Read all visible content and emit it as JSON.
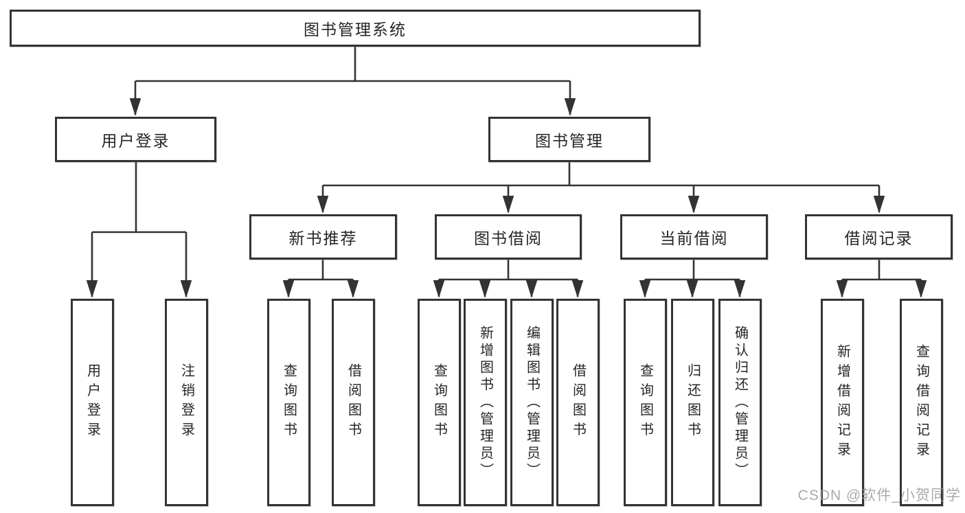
{
  "tree": {
    "label": "图书管理系统",
    "children": [
      {
        "label": "用户登录",
        "children": [
          {
            "label": "用户登录"
          },
          {
            "label": "注销登录"
          }
        ]
      },
      {
        "label": "图书管理",
        "children": [
          {
            "label": "新书推荐",
            "children": [
              {
                "label": "查询图书"
              },
              {
                "label": "借阅图书"
              }
            ]
          },
          {
            "label": "图书借阅",
            "children": [
              {
                "label": "查询图书"
              },
              {
                "label": "新增图书（管理员）"
              },
              {
                "label": "编辑图书（管理员）"
              },
              {
                "label": "借阅图书"
              }
            ]
          },
          {
            "label": "当前借阅",
            "children": [
              {
                "label": "查询图书"
              },
              {
                "label": "归还图书"
              },
              {
                "label": "确认归还（管理员）"
              }
            ]
          },
          {
            "label": "借阅记录",
            "children": [
              {
                "label": "新增借阅记录"
              },
              {
                "label": "查询借阅记录"
              }
            ]
          }
        ]
      }
    ]
  },
  "watermark": {
    "text": "CSDN @软件_小贺同学"
  },
  "colors": {
    "line": "#333333",
    "watermark": "#a09a9d"
  }
}
